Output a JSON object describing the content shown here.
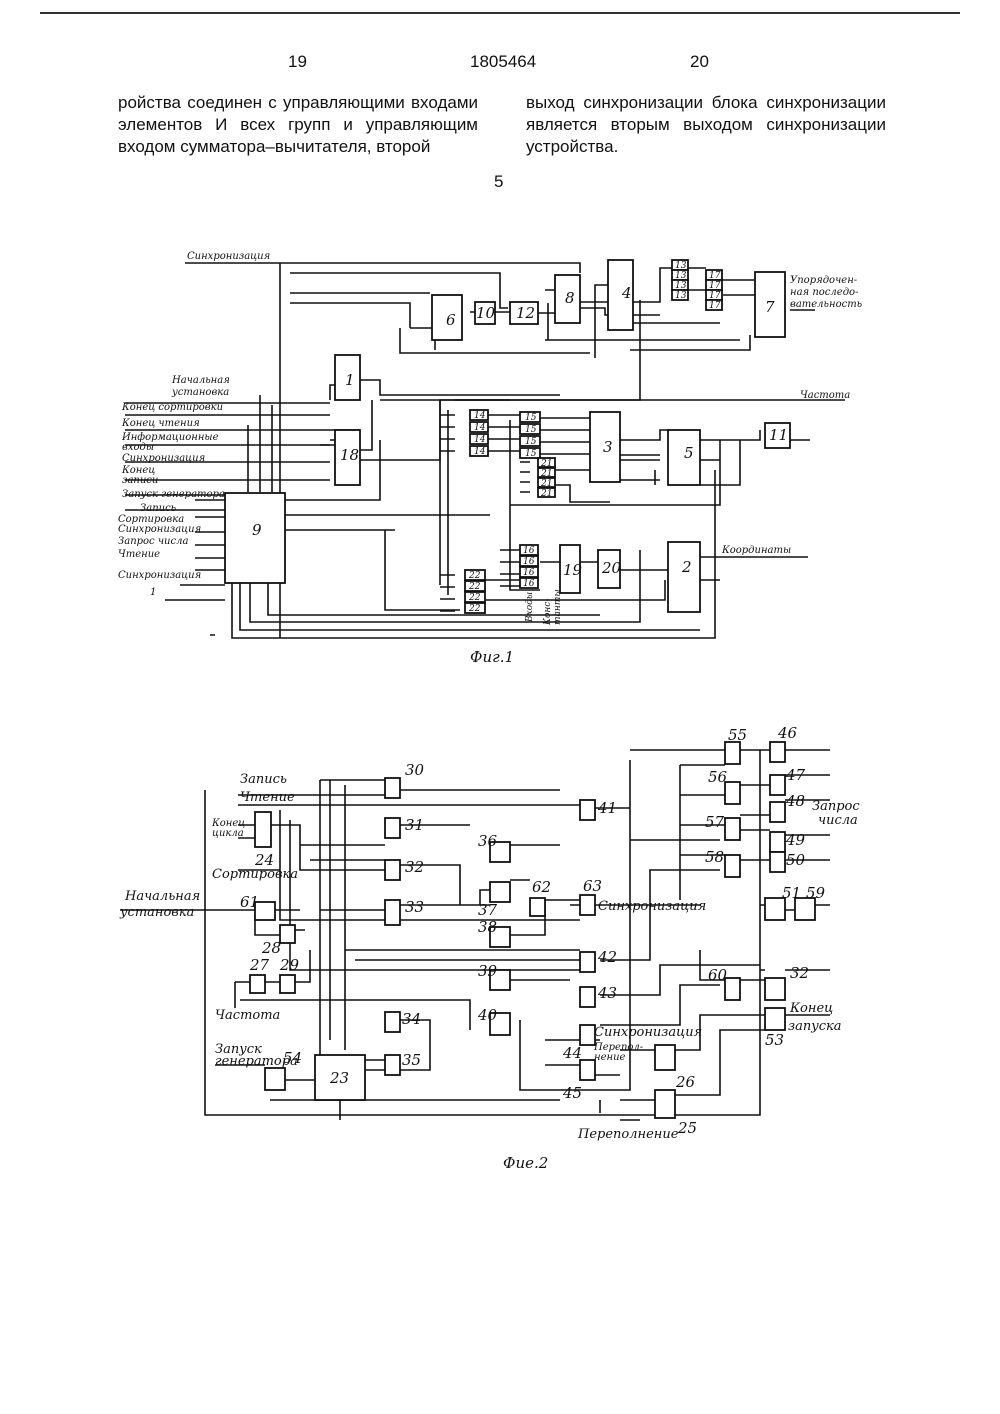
{
  "header": {
    "page_left": "19",
    "doc_number": "1805464",
    "page_right": "20"
  },
  "text": {
    "col_left": "ройства соединен с управляющими входами элементов И всех групп и управляющим входом сумматора–вычитателя, второй",
    "col_right": "выход синхронизации блока синхронизации является вторым выходом синхронизации устройства.",
    "margin_number": "5"
  },
  "fig1": {
    "caption": "Фиг.1",
    "labels": {
      "sync_top": "Синхронизация",
      "ordered1": "Упорядочен-",
      "ordered2": "ная последо-",
      "ordered3": "вательность",
      "init1": "Начальная",
      "init2": "установка",
      "end_sort": "Конец сортировки",
      "end_read": "Конец чтения",
      "info1": "Информационные",
      "info2": "входы",
      "sync_in": "Синхронизация",
      "end_write1": "Конец",
      "end_write2": "записи",
      "gen_start": "Запуск генератора",
      "write": "Запись",
      "sort": "Сортировка",
      "sync_mid": "Синхронизация",
      "num_req": "Запрос числа",
      "read": "Чтение",
      "sync_bot": "Синхронизация",
      "one": "1",
      "freq": "Частота",
      "coords": "Координаты",
      "inputs": "Входы",
      "consts1": "Конс-",
      "consts2": "танты"
    },
    "blocks": {
      "b1": "1",
      "b2": "2",
      "b3": "3",
      "b4": "4",
      "b5": "5",
      "b6": "6",
      "b7": "7",
      "b8": "8",
      "b9": "9",
      "b10": "10",
      "b11": "11",
      "b12": "12",
      "b18": "18",
      "b19": "19",
      "b20": "20"
    },
    "small_blocks": [
      "13",
      "13",
      "13",
      "13",
      "14",
      "14",
      "14",
      "14",
      "15",
      "15",
      "15",
      "15",
      "16",
      "16",
      "16",
      "16",
      "17",
      "17",
      "17",
      "17",
      "21",
      "21",
      "21",
      "21",
      "22",
      "22",
      "22",
      "22"
    ]
  },
  "fig2": {
    "caption": "Фие.2",
    "labels": {
      "write": "Запись",
      "read": "Чтение",
      "end_cycle1": "Конец",
      "end_cycle2": "цикла",
      "sort": "Сортировка",
      "init1": "Начальная",
      "init2": "установка",
      "freq": "Частота",
      "gen_start1": "Запуск",
      "gen_start2": "генератора",
      "sync1": "Синхронизация",
      "sync2": "Синхронизация",
      "overflow1a": "Перепол-",
      "overflow1b": "нение",
      "overflow2": "Переполнение",
      "num_req1": "Запрос",
      "num_req2": "числа",
      "end_start1": "Конец",
      "end_start2": "запуска"
    },
    "blocks": {
      "b23": "23",
      "b24": "24",
      "b25": "25",
      "b26": "26",
      "b27": "27",
      "b28": "28",
      "b29": "29",
      "b30": "30",
      "b31": "31",
      "b32": "32",
      "b33": "33",
      "b34": "34",
      "b35": "35",
      "b36": "36",
      "b37": "37",
      "b38": "38",
      "b39": "39",
      "b40": "40",
      "b41": "41",
      "b42": "42",
      "b43": "43",
      "b44": "44",
      "b45": "45",
      "b46": "46",
      "b47": "47",
      "b48": "48",
      "b49": "49",
      "b50": "50",
      "b51": "51",
      "b52": "32",
      "b53": "53",
      "b54": "54",
      "b55": "55",
      "b56": "56",
      "b57": "57",
      "b58": "58",
      "b59": "59",
      "b60": "60",
      "b61": "61",
      "b62": "62",
      "b63": "63"
    }
  }
}
